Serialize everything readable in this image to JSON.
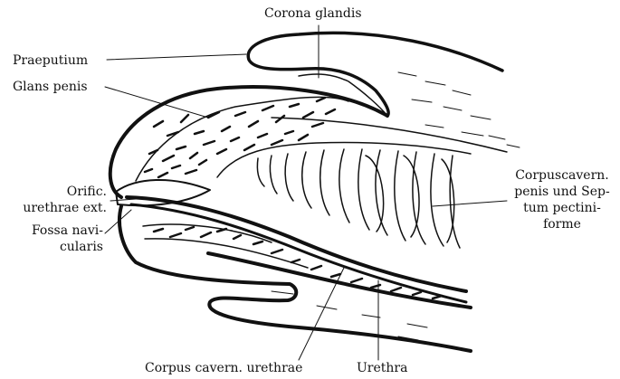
{
  "labels": {
    "corona": "Corona glandis",
    "praeputium": "Praeputium",
    "glans": "Glans penis",
    "orific": [
      "Orific.",
      "urethrae ext."
    ],
    "fossa": [
      "Fossa navi-",
      "cularis"
    ],
    "corpus_penis": [
      "Corpuscavern.",
      "penis und Sep-",
      "tum pectini-",
      "forme"
    ],
    "corpus_urethrae": "Corpus cavern. urethrae",
    "urethra": "Urethra"
  },
  "colors": {
    "ink": "#111111",
    "paper": "#ffffff"
  }
}
